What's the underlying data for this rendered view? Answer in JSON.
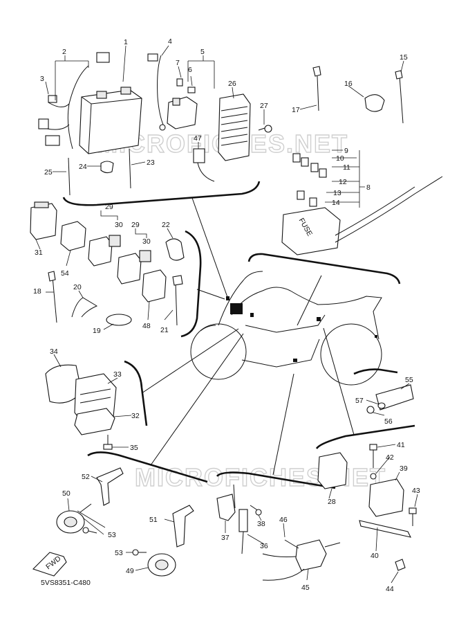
{
  "watermark": "MICROFICHES.NET",
  "catalog_code": "5VS8351-C480",
  "fwd_label": "FWD",
  "fuse_label": "FUSE",
  "callouts": {
    "c1": "1",
    "c2": "2",
    "c3": "3",
    "c4": "4",
    "c5": "5",
    "c6": "6",
    "c7": "7",
    "c8": "8",
    "c9": "9",
    "c10": "10",
    "c11": "11",
    "c12": "12",
    "c13": "13",
    "c14": "14",
    "c15": "15",
    "c16": "16",
    "c17": "17",
    "c18": "18",
    "c19": "19",
    "c20": "20",
    "c21": "21",
    "c22": "22",
    "c23": "23",
    "c24": "24",
    "c25": "25",
    "c26": "26",
    "c27": "27",
    "c28": "28",
    "c29": "29",
    "c30": "30",
    "c31": "31",
    "c32": "32",
    "c33": "33",
    "c34": "34",
    "c35": "35",
    "c36": "36",
    "c37": "37",
    "c38": "38",
    "c39": "39",
    "c40": "40",
    "c41": "41",
    "c42": "42",
    "c43": "43",
    "c44": "44",
    "c45": "45",
    "c46": "46",
    "c47": "47",
    "c48": "48",
    "c49": "49",
    "c50": "50",
    "c51": "51",
    "c52": "52",
    "c53": "53",
    "c54": "54",
    "c55": "55",
    "c56": "56",
    "c57": "57"
  }
}
